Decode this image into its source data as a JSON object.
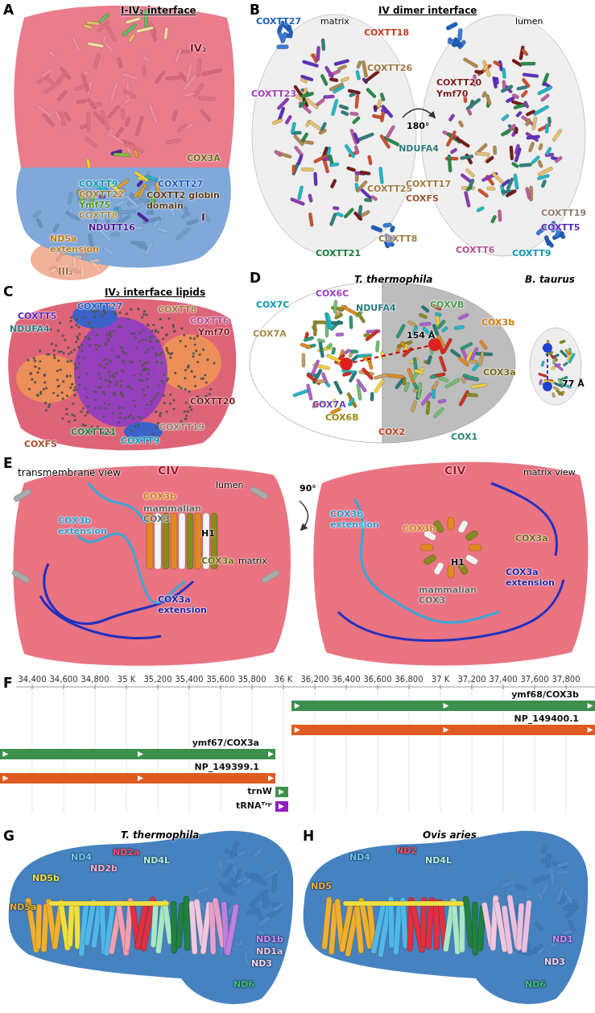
{
  "diagram": {
    "nodes": [
      {
        "text": [
          "ymf68/COX3b"
        ]
      },
      {
        "text": [
          "NP_149400.1"
        ]
      },
      {
        "text": [
          "ymf67/COX3a"
        ]
      },
      {
        "text": [
          "NP_149399.1"
        ]
      },
      {
        "text": [
          "trnW"
        ]
      },
      {
        "text": [
          "tRNAᵀʳᵖ"
        ]
      }
    ],
    "labels": [
      "A",
      "I-IV₂ interface",
      "IV₂",
      "COX3A",
      "COXTT9",
      "COXTT22",
      "Ymf75",
      "COXTT8",
      "NDUTT16",
      "ND5a extension",
      "COXTT27",
      "COXTT2 globin domain",
      "III₂",
      "I",
      "B",
      "IV dimer interface",
      "matrix",
      "lumen",
      "COXTT27",
      "COXTT18",
      "COXTT26",
      "COXTT23",
      "NDUFA4",
      "COXTT25",
      "COXTT8",
      "COXTT21",
      "COXTT20",
      "Ymf70",
      "180°",
      "COXTT17",
      "COXFS",
      "COXTT19",
      "COXTT5",
      "COXTT6",
      "COXTT9",
      "C",
      "IV₂ interface lipids",
      "COXTT27",
      "NDUFA4",
      "COXTT5",
      "COXTT8",
      "COXTT6",
      "Ymf70",
      "COXTT20",
      "COXFS",
      "COXTT21",
      "COXTT9",
      "COXTT19",
      "D",
      "T. thermophila",
      "B. taurus",
      "COX7C",
      "COX6C",
      "NDUFA4",
      "COXVB",
      "COX3b",
      "COX3a",
      "COX7A",
      "154 Å",
      "COX7A",
      "COX6B",
      "COX2",
      "COX1",
      "77 Å",
      "E",
      "transmembrane view",
      "CIV",
      "lumen",
      "matrix",
      "COX3b",
      "mammalian COX3",
      "H1",
      "COX3b extension",
      "COX3a",
      "COX3a extension",
      "90°",
      "matrix view",
      "CIV",
      "COX3b extension",
      "COX3b",
      "COX3a",
      "H1",
      "COX3a extension",
      "mammalian COX3",
      "F",
      "34,400",
      "34,600",
      "34,800",
      "35 K",
      "35,200",
      "35,400",
      "35,600",
      "35,800",
      "36 K",
      "36,200",
      "36,400",
      "36,600",
      "36,800",
      "37 K",
      "37,200",
      "37,400",
      "37,600",
      "37,800",
      "G",
      "T. thermophila",
      "ND5b",
      "ND4",
      "ND2b",
      "ND2a",
      "ND4L",
      "ND5a",
      "ND1b",
      "ND1a",
      "ND3",
      "ND6",
      "H",
      "Ovis aries",
      "ND5",
      "ND4",
      "ND2",
      "ND4L",
      "ND1",
      "ND3",
      "ND6"
    ]
  }
}
